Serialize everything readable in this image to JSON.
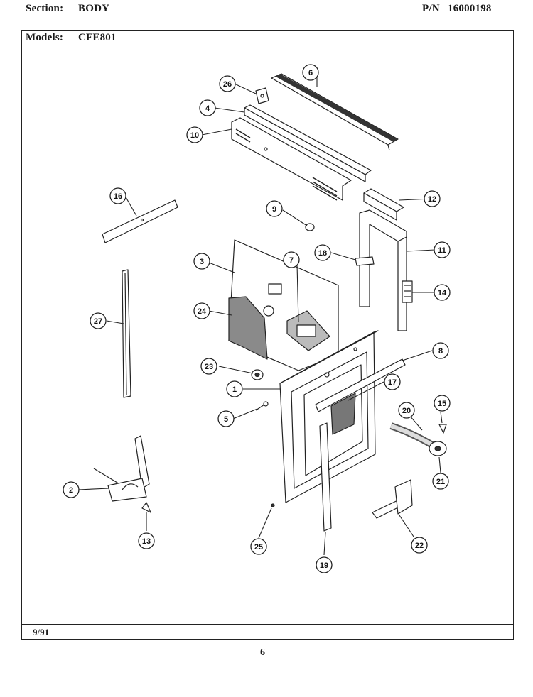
{
  "header": {
    "section_label": "Section:",
    "section_value": "BODY",
    "part_label": "P/N",
    "part_value": "16000198",
    "models_label": "Models:",
    "models_value": "CFE801"
  },
  "footer": {
    "date": "9/91",
    "page_number": "6"
  },
  "callouts": [
    "1",
    "2",
    "3",
    "4",
    "5",
    "6",
    "7",
    "8",
    "9",
    "10",
    "11",
    "12",
    "13",
    "14",
    "15",
    "16",
    "17",
    "18",
    "19",
    "20",
    "21",
    "22",
    "23",
    "24",
    "25",
    "26",
    "27"
  ],
  "colors": {
    "ink": "#1a1a1a",
    "paper": "#ffffff"
  }
}
